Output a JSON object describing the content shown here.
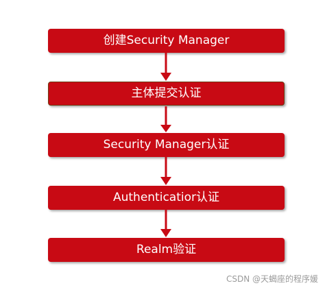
{
  "diagram": {
    "steps": [
      {
        "label": "创建Security Manager"
      },
      {
        "label": "主体提交认证"
      },
      {
        "label": "Security Manager认证"
      },
      {
        "label": "Authenticatior认证"
      },
      {
        "label": "Realm验证"
      }
    ],
    "box_color": "#c80a14",
    "arrow_color": "#c80a14",
    "text_color": "#ffffff"
  },
  "watermark": "CSDN @天蝎座的程序媛"
}
